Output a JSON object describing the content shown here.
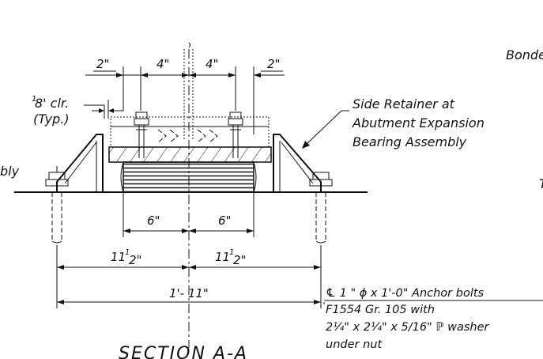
{
  "labels": {
    "bonded_partial": "Bonde",
    "assembly_partial": "bly",
    "t_partial": "T",
    "clearance_top": "8' clr.",
    "clearance_frac": "1",
    "clearance_bottom": "(Typ.)",
    "side_retainer_1": "Side Retainer at",
    "side_retainer_2": "Abutment Expansion",
    "side_retainer_3": "Bearing Assembly",
    "anchor_1": "℄ 1 \" ϕ x 1'-0\" Anchor bolts",
    "anchor_2": "F1554 Gr. 105 with",
    "anchor_3": "2¼\" x 2¼\" x 5/16\" ℙ washer",
    "anchor_4": "under nut",
    "section_title": "SECTION A-A"
  },
  "dims": {
    "top_left_2": "2\"",
    "top_4_left": "4\"",
    "top_4_right": "4\"",
    "top_right_2": "2\"",
    "six_left": "6\"",
    "six_right": "6\"",
    "eleven_left_whole": "11",
    "eleven_left_frac": "1",
    "eleven_left_sub": "2\"",
    "eleven_right_whole": "11",
    "eleven_right_frac": "1",
    "eleven_right_sub": "2\"",
    "overall": "1'- 11\""
  }
}
